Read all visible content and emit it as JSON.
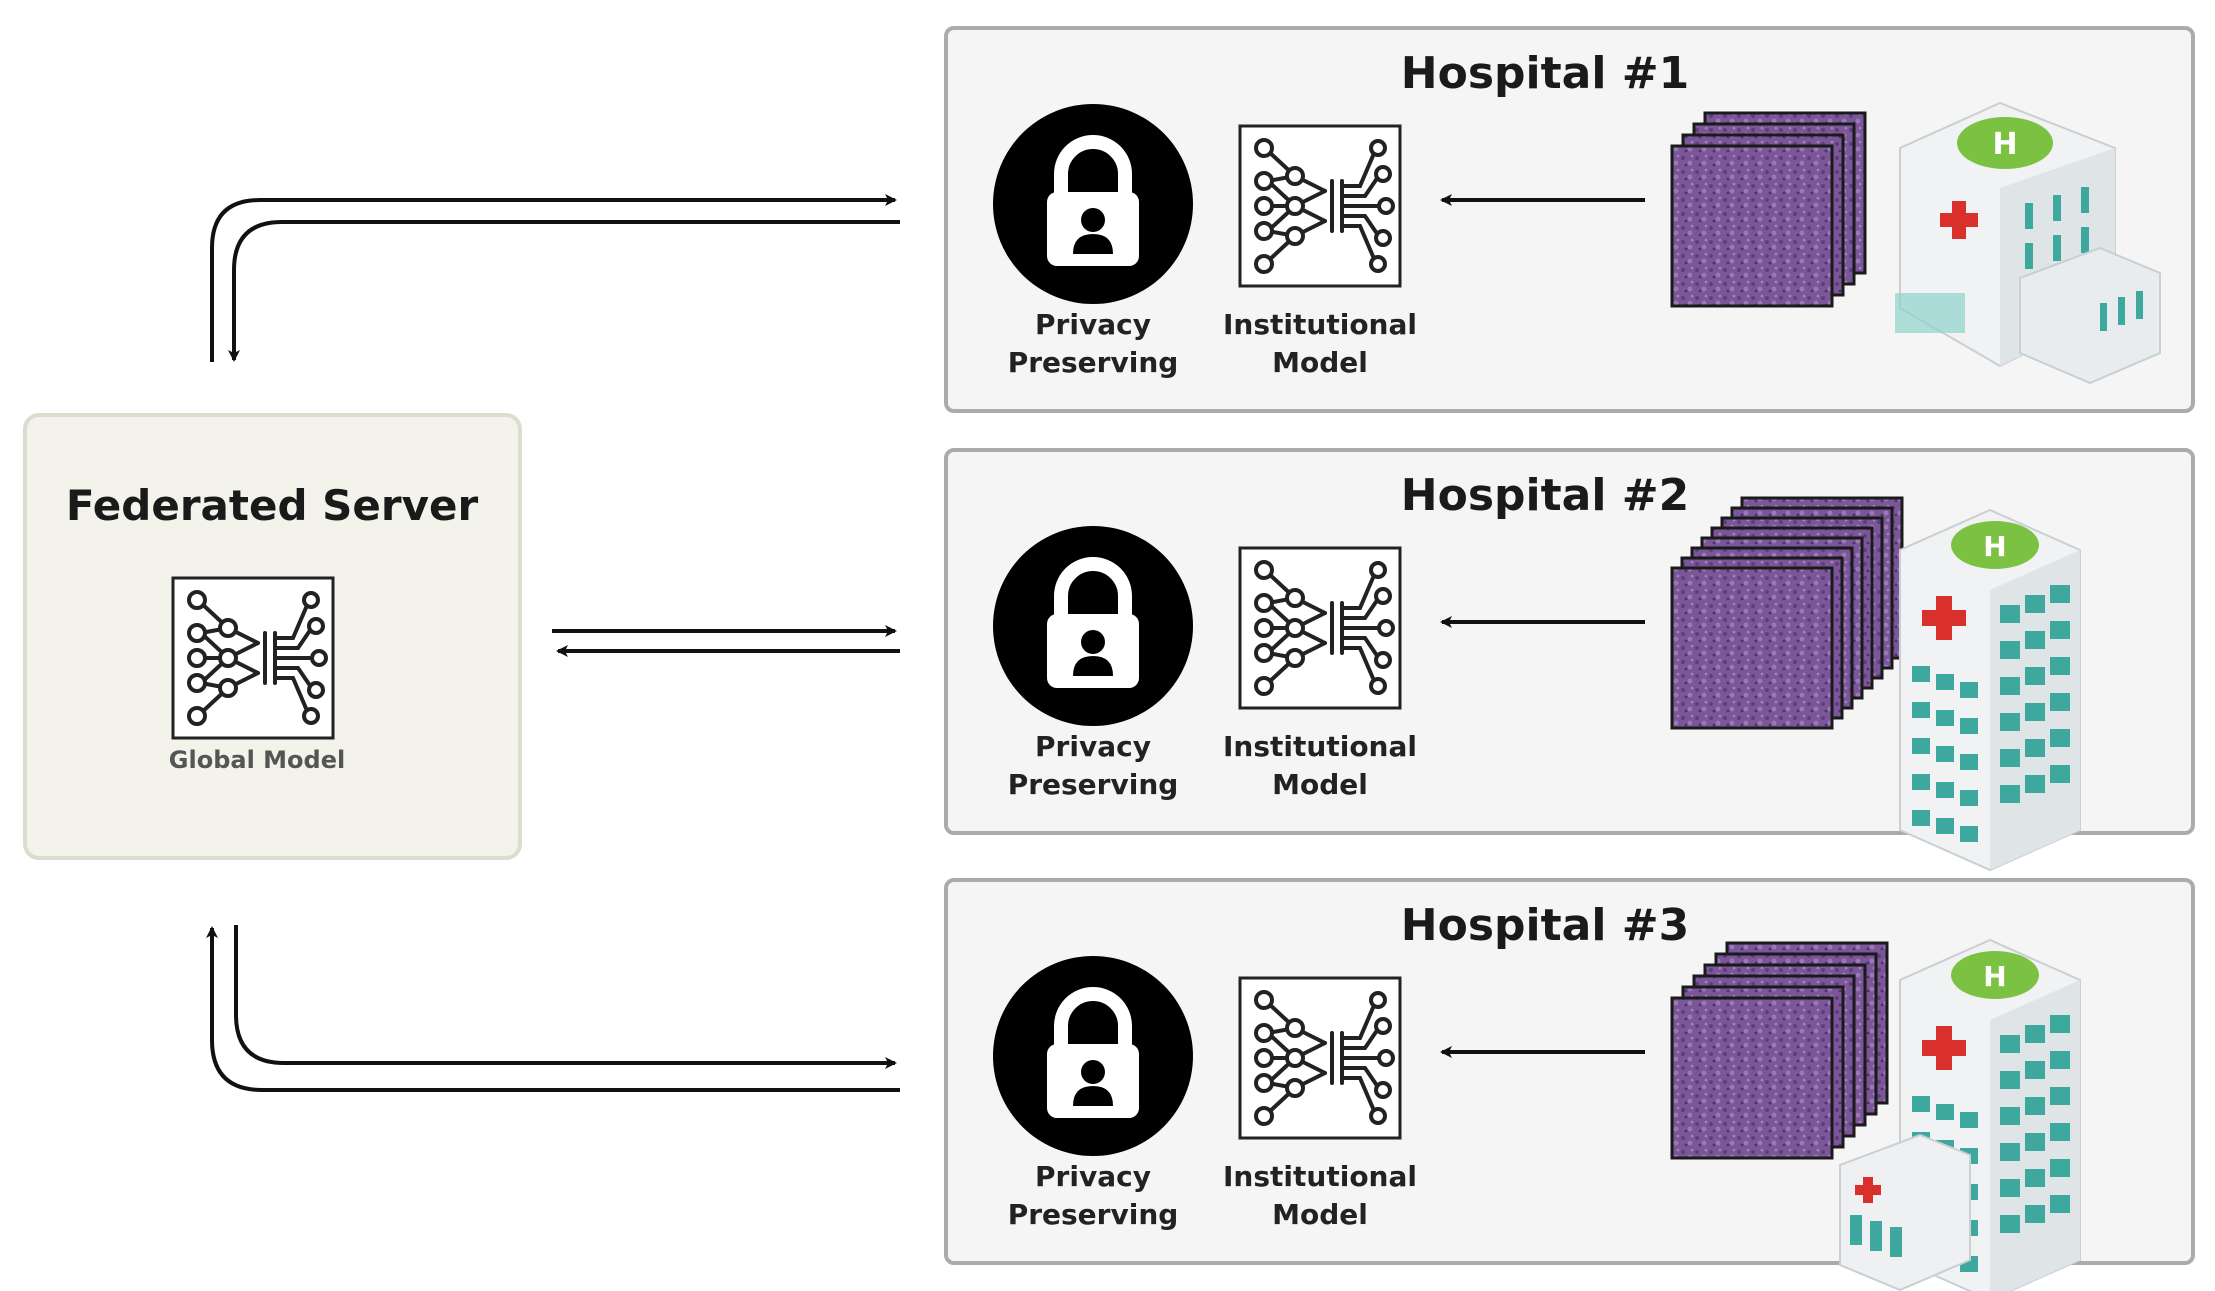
{
  "server": {
    "title": "Federated Server",
    "model_label": "Global Model"
  },
  "hospitals": [
    {
      "title": "Hospital #1",
      "privacy_label_1": "Privacy",
      "privacy_label_2": "Preserving",
      "model_label_1": "Institutional",
      "model_label_2": "Model",
      "slide_count": 4
    },
    {
      "title": "Hospital #2",
      "privacy_label_1": "Privacy",
      "privacy_label_2": "Preserving",
      "model_label_1": "Institutional",
      "model_label_2": "Model",
      "slide_count": 8
    },
    {
      "title": "Hospital #3",
      "privacy_label_1": "Privacy",
      "privacy_label_2": "Preserving",
      "model_label_1": "Institutional",
      "model_label_2": "Model",
      "slide_count": 6
    }
  ],
  "colors": {
    "server_fill": "#f3f3ec",
    "server_border": "#dcdccf",
    "hospital_fill": "#f5f5f5",
    "hospital_border": "#a9aca9",
    "slide_purple": "#7e5a9c",
    "building_teal": "#3ea89f",
    "helipad_green": "#7cc242",
    "cross_red": "#d9302c"
  },
  "icons": {
    "lock": "lock-icon",
    "network": "neural-network-icon",
    "slides": "tissue-slides-icon",
    "building": "hospital-building-icon"
  }
}
